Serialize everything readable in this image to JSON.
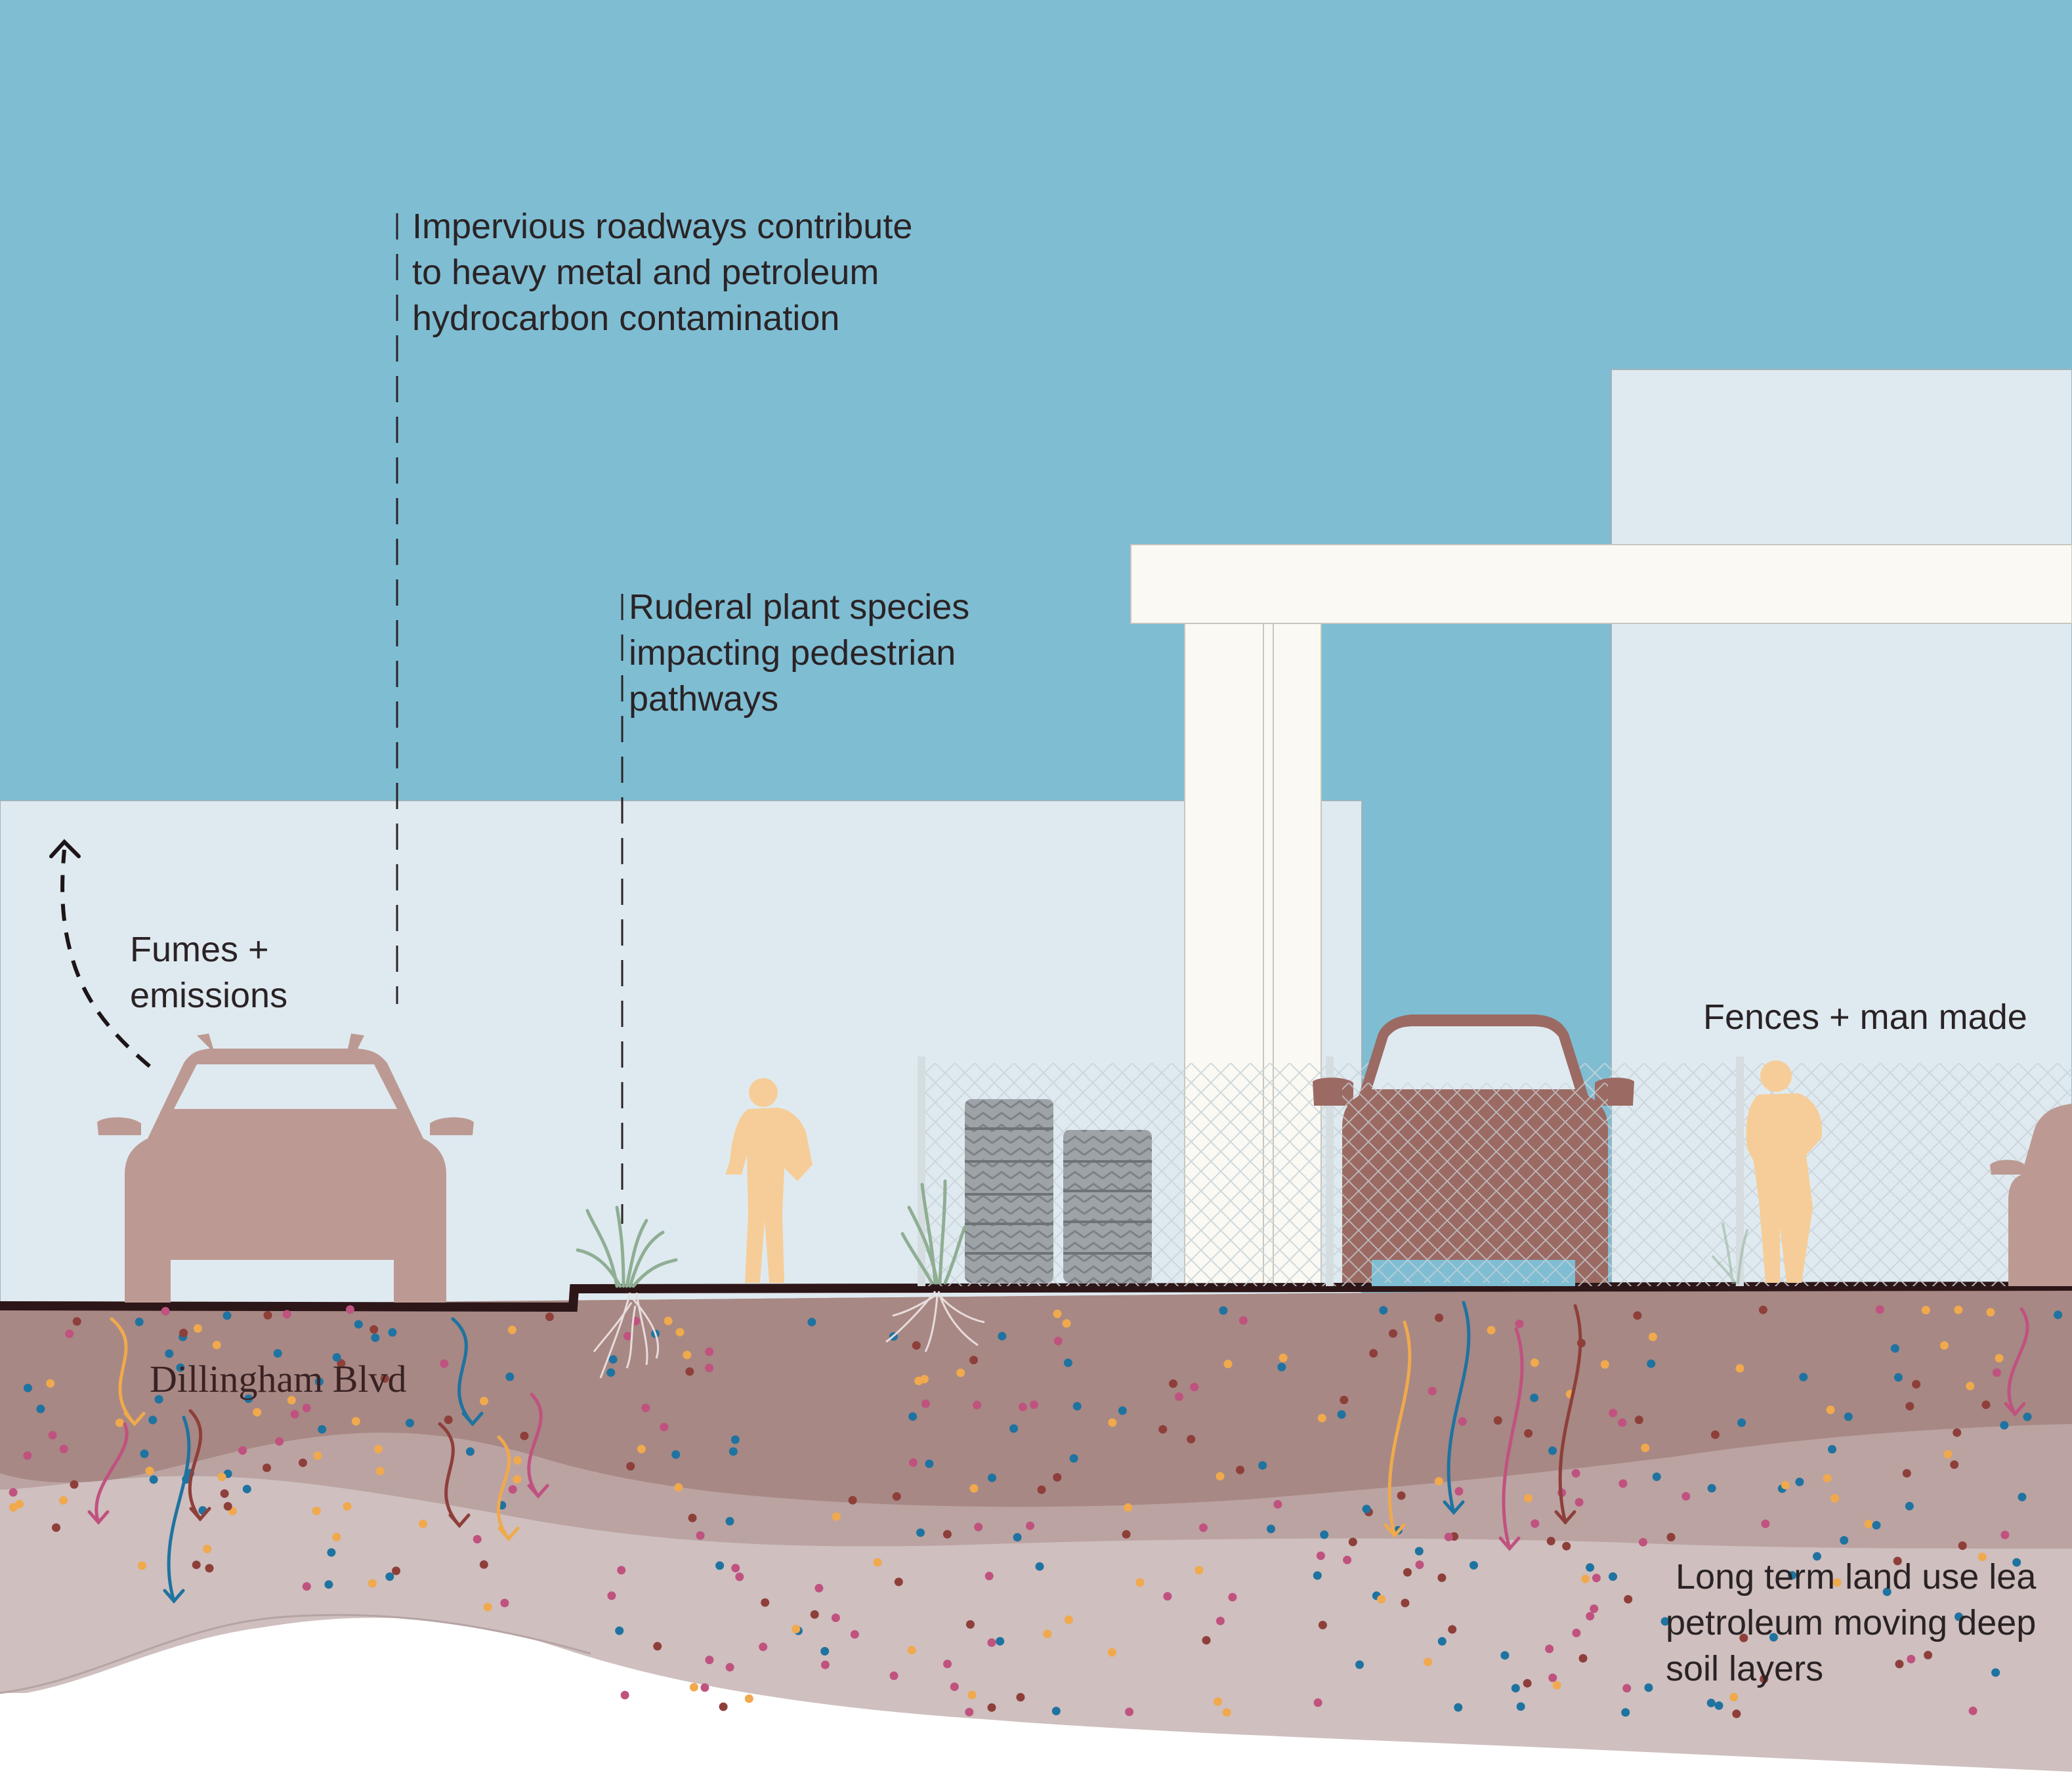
{
  "annotations": {
    "impervious": [
      "Impervious roadways contribute",
      "to heavy metal and petroleum",
      "hydrocarbon contamination"
    ],
    "ruderal": [
      "Ruderal plant species",
      "impacting pedestrian",
      "pathways"
    ],
    "fumes": [
      "Fumes +",
      "emissions"
    ],
    "fences": [
      "Fences + man made"
    ],
    "long_term": [
      " Long term land use lea",
      "petroleum moving deep",
      "soil layers"
    ]
  },
  "road_label": "Dillingham Blvd",
  "colors": {
    "sky": "#7fbdd3",
    "building": "#dfeaf0",
    "canopy": "#faf9f3",
    "car_light": "#bc9a93",
    "car_dark": "#9b6a63",
    "person": "#f6cd98",
    "plant": "#8fae94",
    "tires": "#9ea3a8",
    "ground_line": "#2d1618",
    "soil_top": "#a78884",
    "soil_mid": "#bba3a2",
    "soil_deep": "#cfbfbf",
    "particle_blue": "#1f73a0",
    "particle_orange": "#f0a94d",
    "particle_pink": "#c0527f",
    "particle_brown": "#8e3f3a"
  },
  "icons": [
    "car-icon",
    "person-icon",
    "plant-icon",
    "tire-stack-icon",
    "fence-icon",
    "arrow-up-icon",
    "flow-arrow-icon"
  ]
}
